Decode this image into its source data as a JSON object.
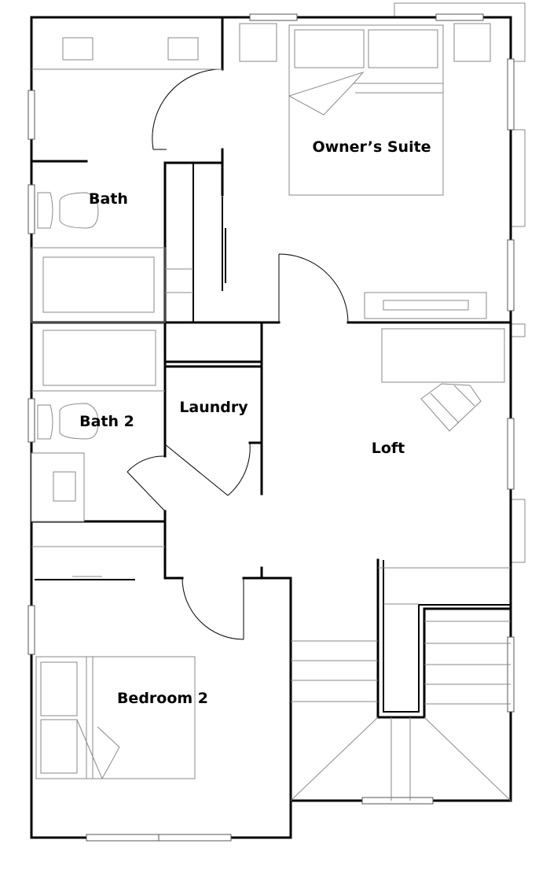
{
  "rooms": {
    "owners_suite": "Owner’s Suite",
    "bath": "Bath",
    "bath2": "Bath 2",
    "laundry": "Laundry",
    "loft": "Loft",
    "bedroom2": "Bedroom 2"
  },
  "colors": {
    "wall": "#000000",
    "fixture": "#8a8a8a",
    "background": "#ffffff"
  }
}
